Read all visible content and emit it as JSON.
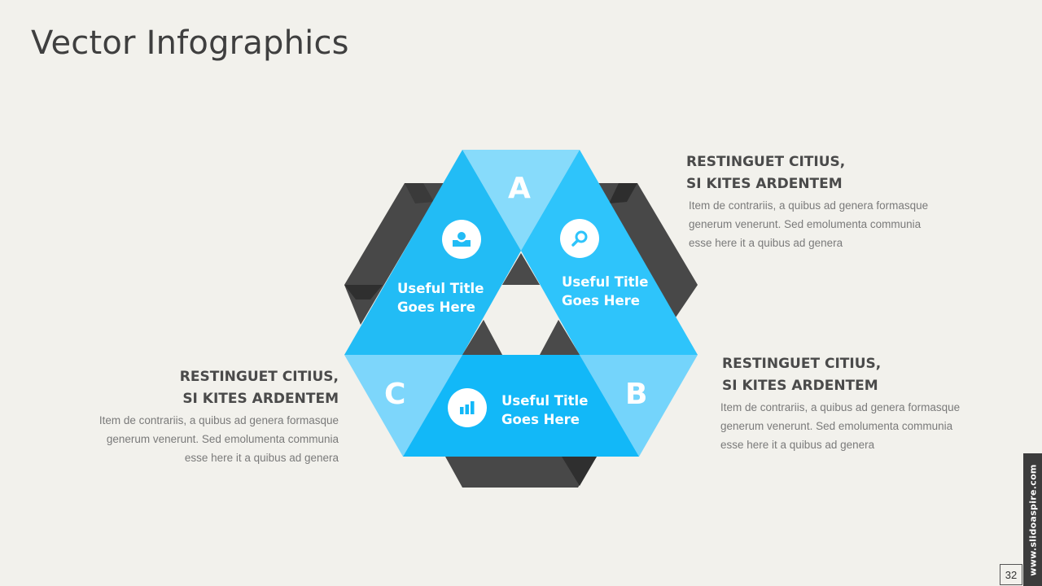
{
  "slide": {
    "title": "Vector Infographics",
    "page_number": "32",
    "watermark": "www.slidoaspire.com"
  },
  "colors": {
    "background": "#f2f1ec",
    "blue_main": "#22bcf5",
    "blue_light": "#7fd8fb",
    "blue_bottom": "#12b8f8",
    "dark_gray": "#474747",
    "darker_gray": "#2e2e2e",
    "title_text": "#3f3f3f",
    "body_text": "#7a7a7a"
  },
  "diagram": {
    "segments": [
      {
        "letter": "A",
        "icon": "user-icon",
        "title_line1": "Useful Title",
        "title_line2": "Goes Here"
      },
      {
        "letter": "B",
        "icon": "search-icon",
        "title_line1": "Useful Title",
        "title_line2": "Goes Here"
      },
      {
        "letter": "C",
        "icon": "bar-chart-icon",
        "title_line1": "Useful Title",
        "title_line2": "Goes Here"
      }
    ]
  },
  "text_blocks": [
    {
      "position": "top-right",
      "heading_line1": "RESTINGUET CITIUS,",
      "heading_line2": "SI KITES ARDENTEM",
      "body_line1": "Item de contrariis, a quibus ad genera formasque",
      "body_line2": "generum venerunt. Sed emolumenta  communia",
      "body_line3": "esse here it a quibus ad genera"
    },
    {
      "position": "bottom-right",
      "heading_line1": "RESTINGUET CITIUS,",
      "heading_line2": "SI KITES ARDENTEM",
      "body_line1": "Item de contrariis, a quibus ad genera formasque",
      "body_line2": "generum venerunt. Sed emolumenta  communia",
      "body_line3": "esse here it a quibus ad genera"
    },
    {
      "position": "left",
      "heading_line1": "RESTINGUET CITIUS,",
      "heading_line2": "SI KITES ARDENTEM",
      "body_line1": "Item de contrariis, a quibus ad genera formasque",
      "body_line2": "generum venerunt. Sed emolumenta  communia",
      "body_line3": "esse here it a quibus ad genera"
    }
  ]
}
